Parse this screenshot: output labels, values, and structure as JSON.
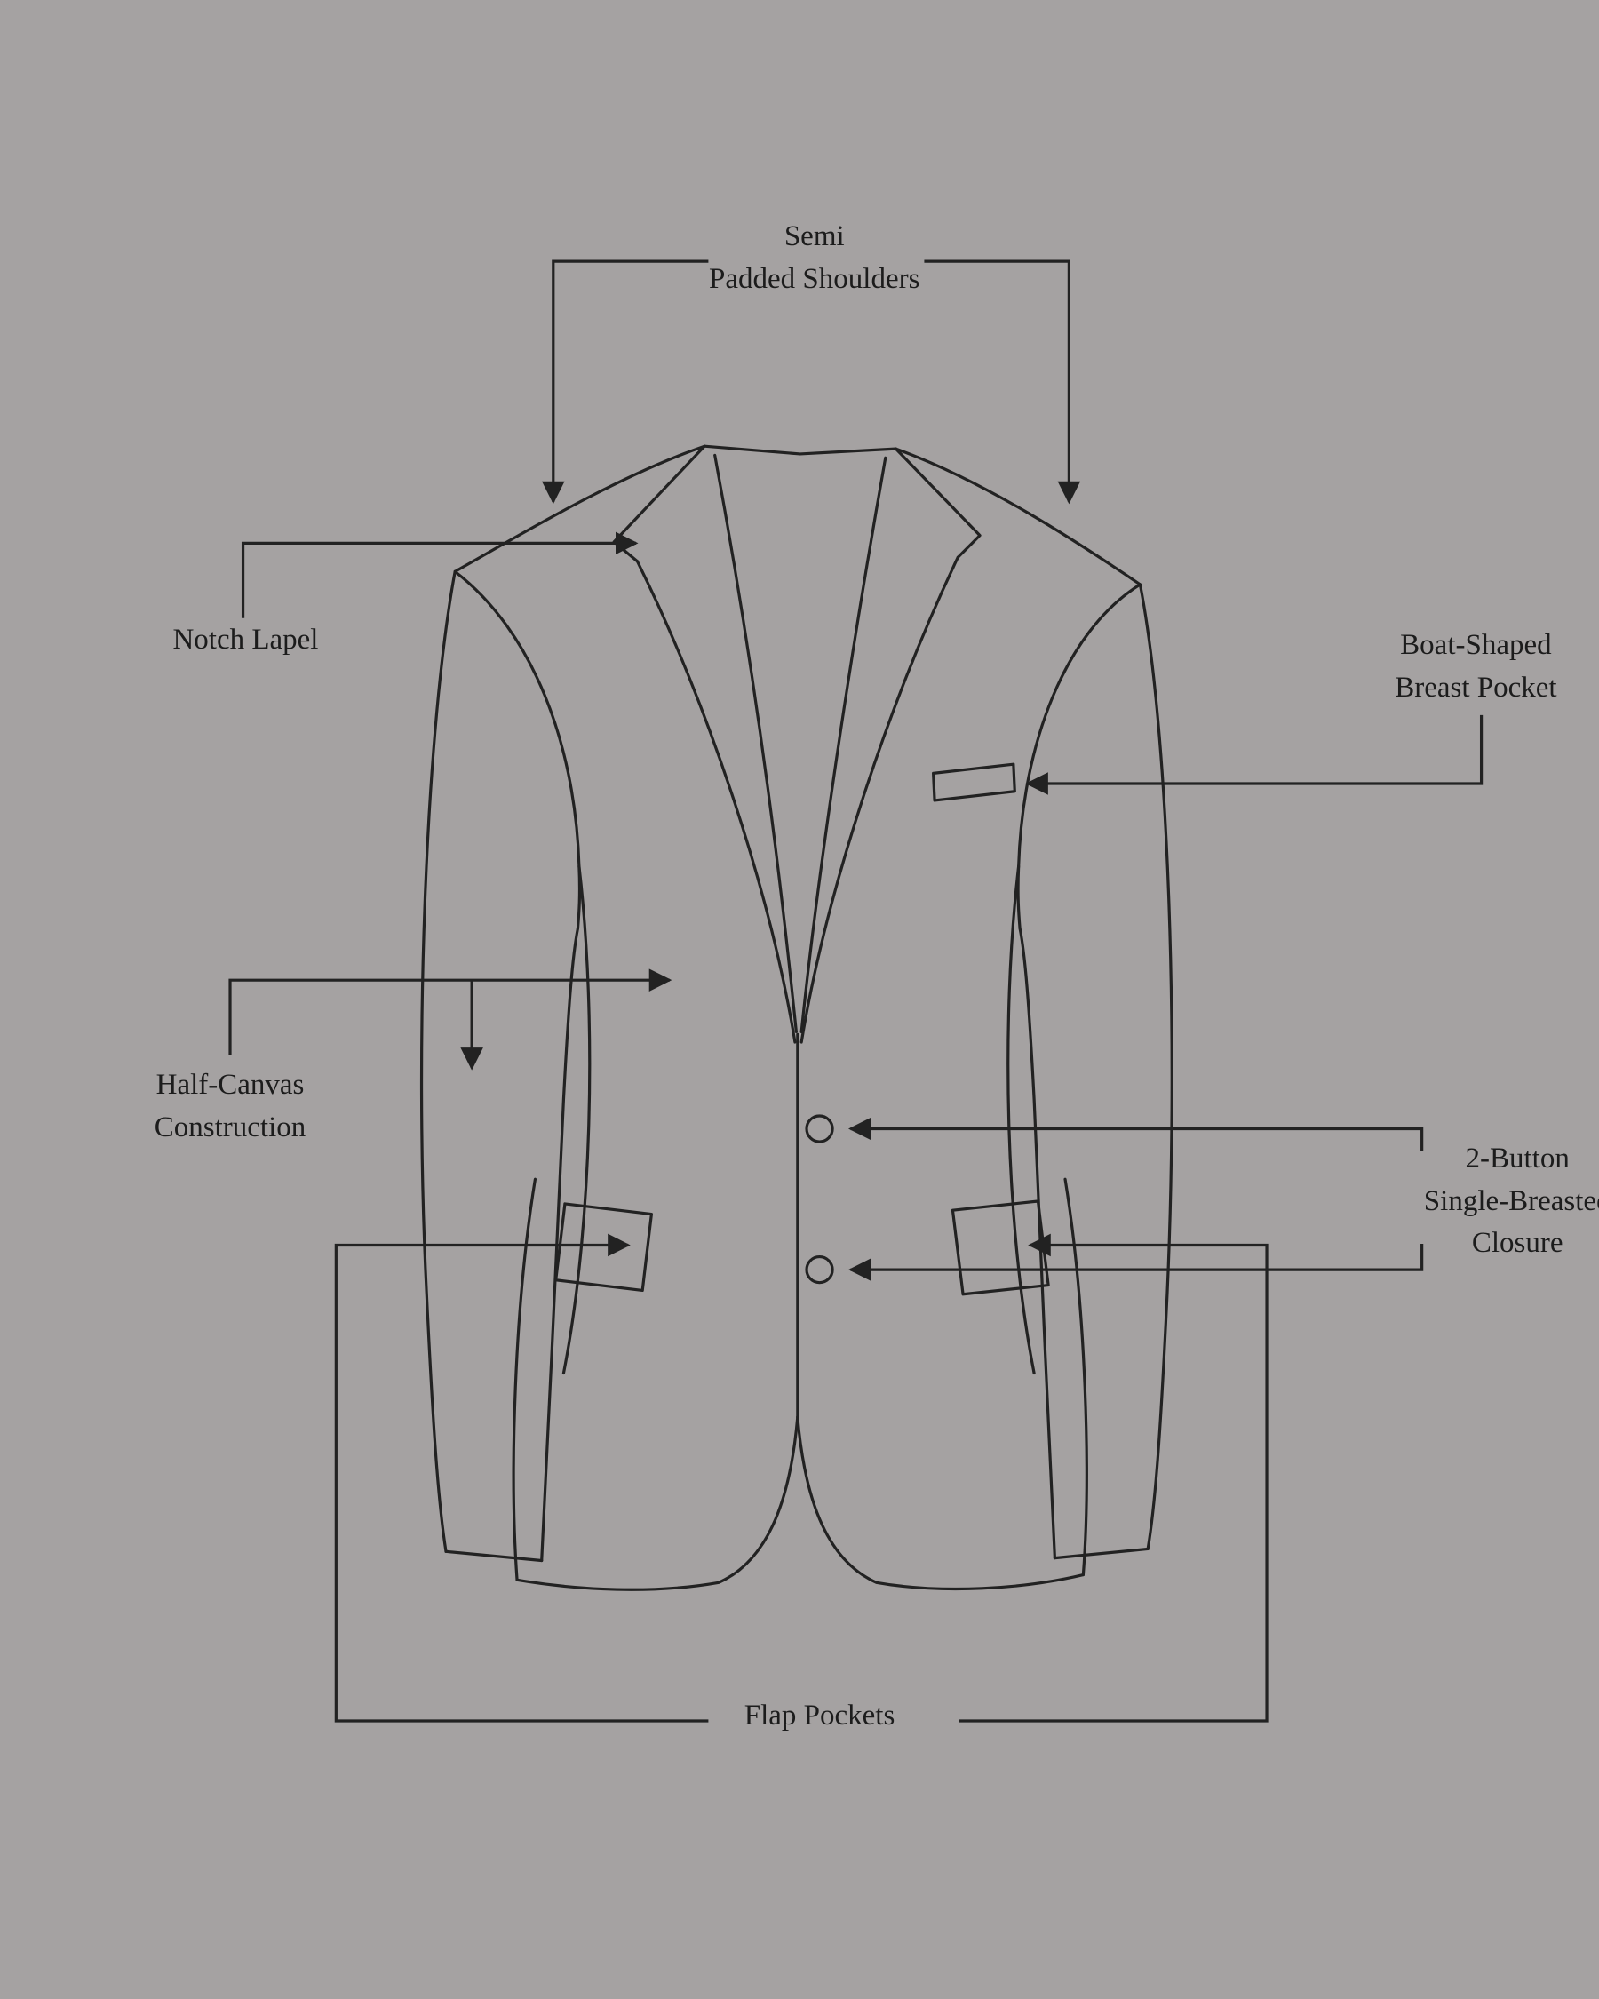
{
  "colors": {
    "background": "#a5a2a2",
    "line": "#222222",
    "text": "#1c1c1c"
  },
  "labels": {
    "shoulders": {
      "lines": [
        "Semi",
        "Padded Shoulders"
      ]
    },
    "lapel": {
      "lines": [
        "Notch Lapel"
      ]
    },
    "breast_pocket": {
      "lines": [
        "Boat-Shaped",
        "Breast Pocket"
      ]
    },
    "canvas": {
      "lines": [
        "Half-Canvas",
        "Construction"
      ]
    },
    "closure": {
      "lines": [
        "2-Button",
        "Single-Breasted",
        "Closure"
      ]
    },
    "flap_pockets": {
      "lines": [
        "Flap Pockets"
      ]
    }
  }
}
